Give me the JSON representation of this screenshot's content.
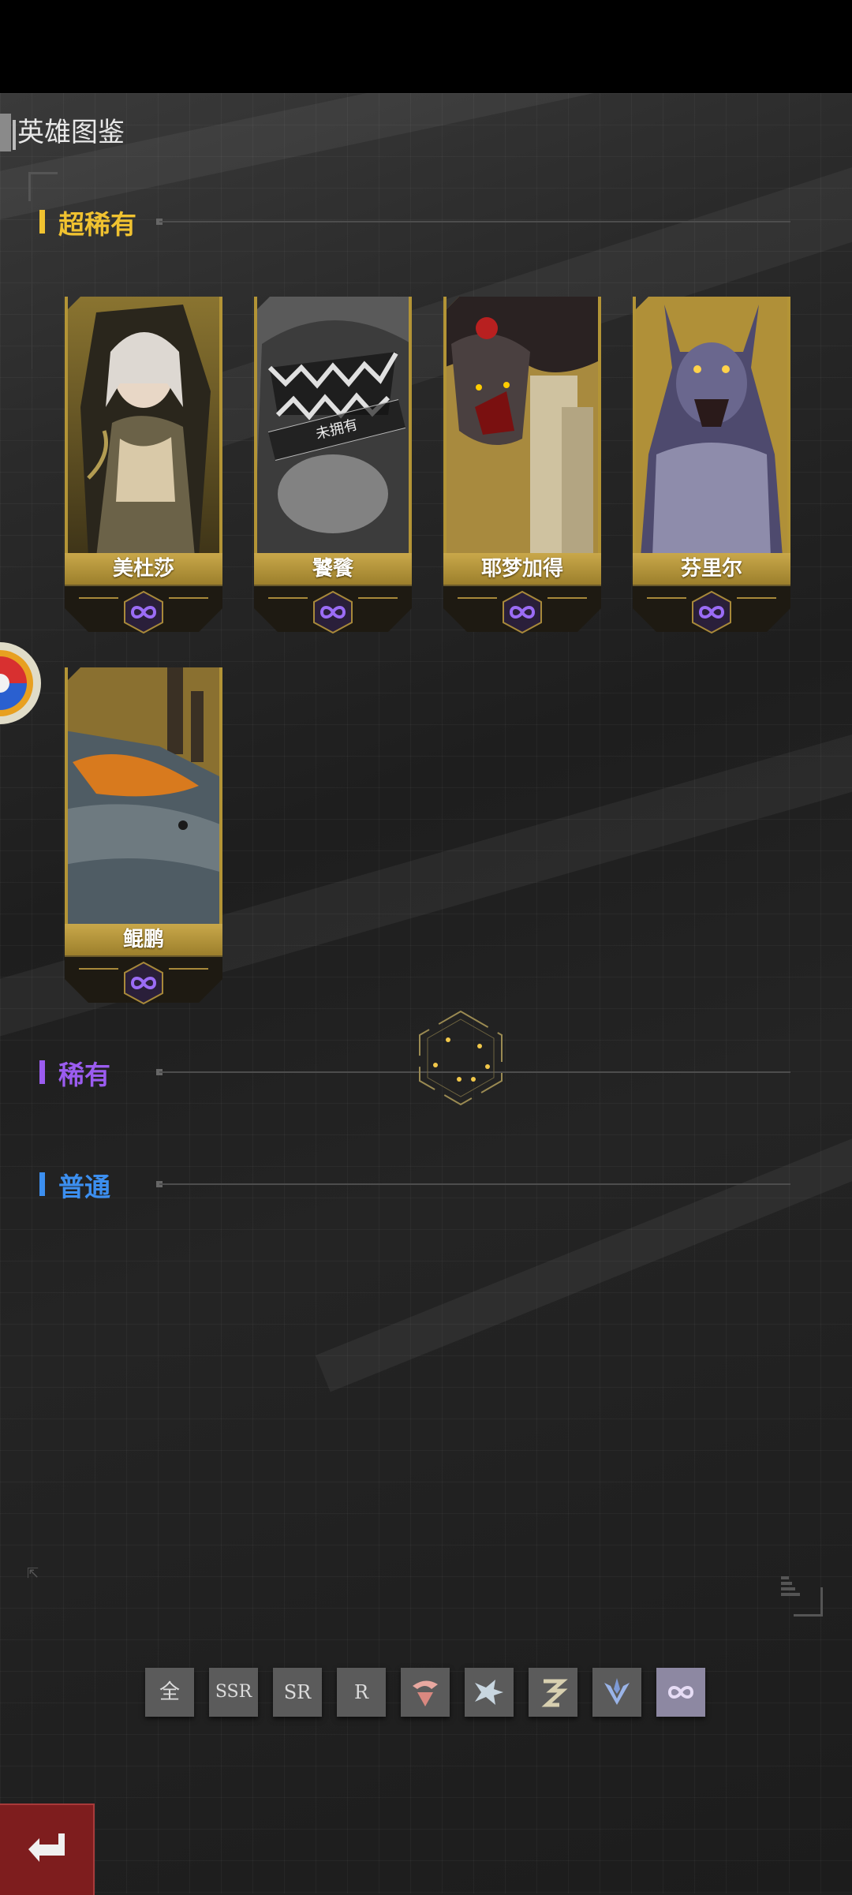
{
  "header": {
    "title": "英雄图鉴"
  },
  "sections": [
    {
      "id": "ssr",
      "label": "超稀有",
      "color": "#f0c230"
    },
    {
      "id": "sr",
      "label": "稀有",
      "color": "#9b5cf0"
    },
    {
      "id": "r",
      "label": "普通",
      "color": "#3c8ff0"
    }
  ],
  "heroes": [
    {
      "name": "美杜莎",
      "owned": true,
      "status": ""
    },
    {
      "name": "饕餮",
      "owned": false,
      "status": "未拥有"
    },
    {
      "name": "耶梦加得",
      "owned": true,
      "status": ""
    },
    {
      "name": "芬里尔",
      "owned": true,
      "status": ""
    },
    {
      "name": "鲲鹏",
      "owned": true,
      "status": ""
    }
  ],
  "filters": [
    {
      "label": "全",
      "icon": ""
    },
    {
      "label": "SSR",
      "icon": ""
    },
    {
      "label": "SR",
      "icon": ""
    },
    {
      "label": "R",
      "icon": ""
    },
    {
      "label": "",
      "icon": "faction-red-icon"
    },
    {
      "label": "",
      "icon": "faction-wolf-icon"
    },
    {
      "label": "",
      "icon": "faction-beast-icon"
    },
    {
      "label": "",
      "icon": "faction-wing-icon"
    },
    {
      "label": "",
      "icon": "infinity-icon",
      "active": true
    }
  ],
  "colors": {
    "gold": "#b39436",
    "back_button": "#7e1d1e",
    "emblem_purple": "#8a5cf0"
  }
}
